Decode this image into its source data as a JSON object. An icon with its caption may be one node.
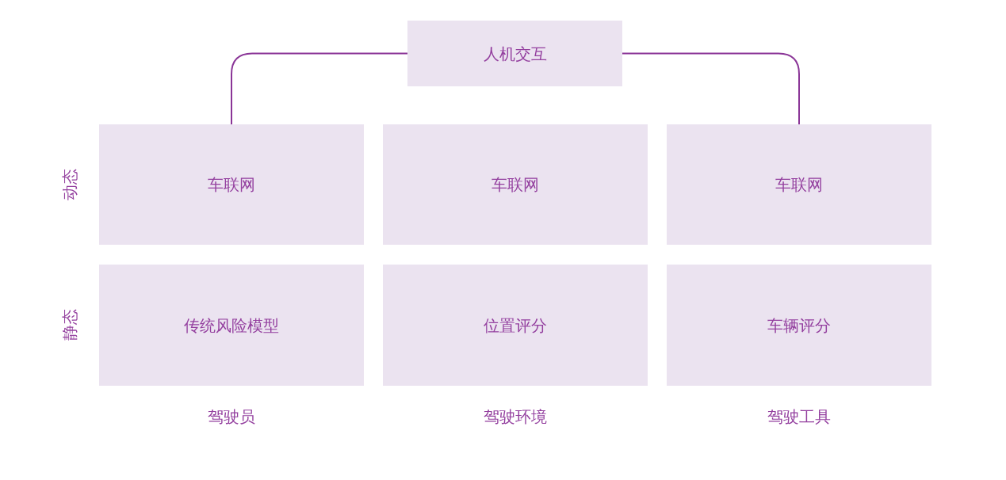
{
  "diagram": {
    "nodes": [
      {
        "text": [
          "人机交互"
        ]
      },
      {
        "text": [
          "车联网"
        ]
      },
      {
        "text": [
          "车联网"
        ]
      },
      {
        "text": [
          "车联网"
        ]
      },
      {
        "text": [
          "传统风险模型"
        ]
      },
      {
        "text": [
          "位置评分"
        ]
      },
      {
        "text": [
          "车辆评分"
        ]
      }
    ],
    "edges": [
      {
        "from": 0,
        "to": 1,
        "arrow": "none"
      },
      {
        "from": 0,
        "to": 3,
        "arrow": "none"
      }
    ],
    "labels": [
      "动态",
      "静态",
      "驾驶员",
      "驾驶环境",
      "驾驶工具"
    ]
  }
}
